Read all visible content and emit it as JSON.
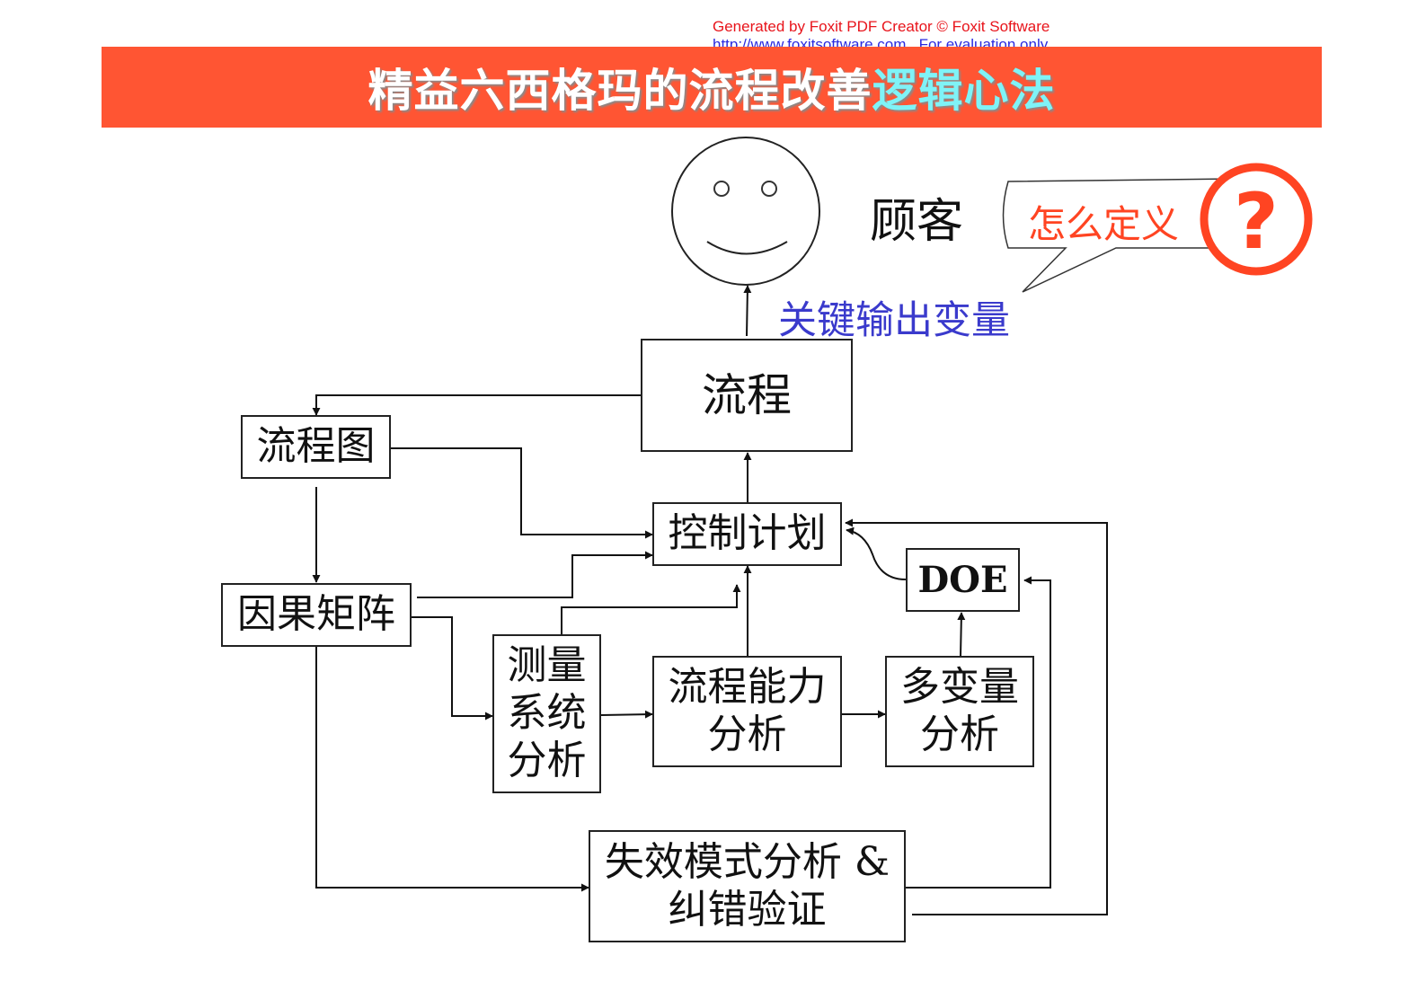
{
  "watermark": {
    "line1": "Generated by Foxit PDF Creator © Foxit Software",
    "line2_url": "http://www.foxitsoftware.com",
    "line2_note": "For evaluation only."
  },
  "title": {
    "main": "精益六西格玛的流程改善",
    "highlight": "逻辑心法"
  },
  "customer": {
    "label": "顾客",
    "icon": "smiley-face-icon"
  },
  "callout": {
    "text": "怎么定义",
    "icon": "question-mark-icon"
  },
  "key_output_label": "关键输出变量",
  "nodes": {
    "process": "流程",
    "flowchart": "流程图",
    "control_plan": "控制计划",
    "doe": "DOE",
    "ce_matrix": "因果矩阵",
    "msa": "测量系统分析",
    "capability": "流程能力分析",
    "multivariate": "多变量分析",
    "fmea": "失效模式分析 & 纠错验证"
  },
  "colors": {
    "banner": "#ff5533",
    "highlight": "#7ff3f7",
    "accent_red": "#ff4422",
    "label_blue": "#3a3acc"
  }
}
